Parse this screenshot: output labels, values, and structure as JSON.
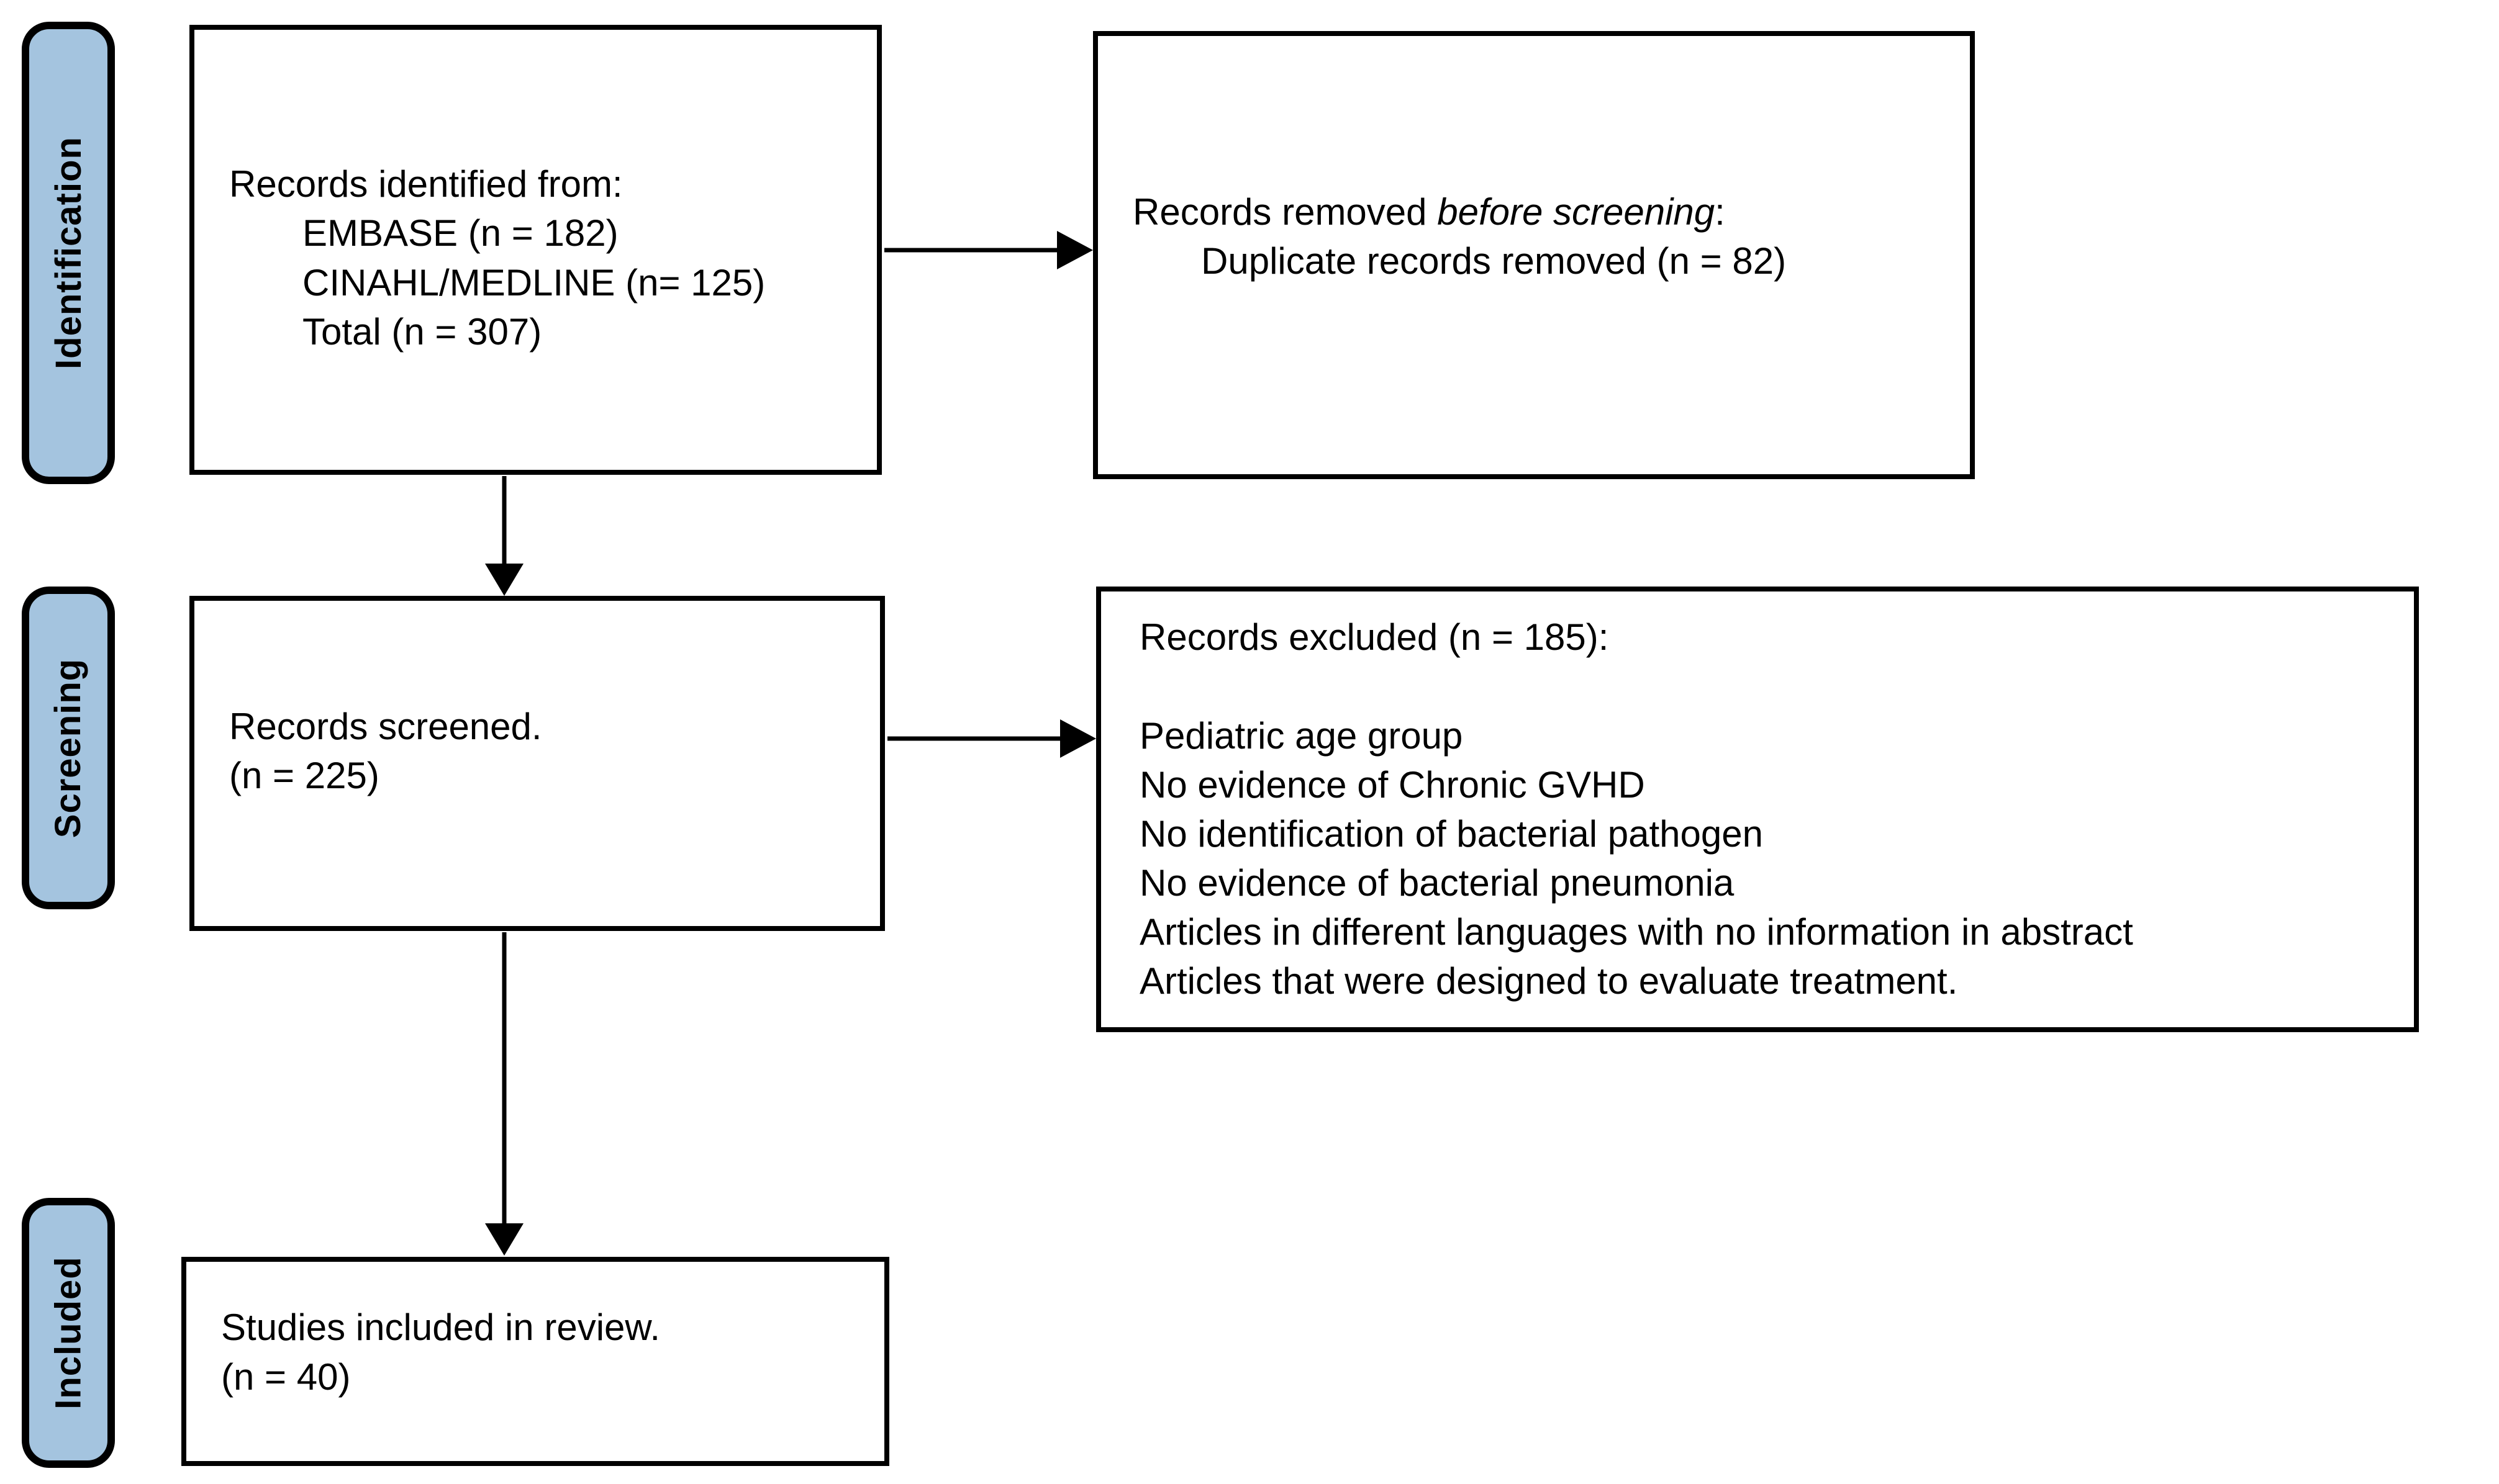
{
  "diagram": {
    "type": "prisma-flow",
    "colors": {
      "stage_fill": "#A4C4DF",
      "border": "#000000",
      "background": "#FFFFFF",
      "text": "#000000"
    },
    "stage_labels": [
      {
        "label": "Identification"
      },
      {
        "label": "Screening"
      },
      {
        "label": "Included"
      }
    ],
    "boxes": {
      "identified": {
        "line1": "Records identified from:",
        "items": [
          "EMBASE (n = 182)",
          "CINAHL/MEDLINE (n= 125)",
          "Total (n = 307)"
        ]
      },
      "removed": {
        "prefix": "Records removed ",
        "italic": "before screening",
        "suffix": ":",
        "item": "Duplicate records removed (n = 82)"
      },
      "screened": {
        "line1": "Records screened.",
        "line2": "(n = 225)"
      },
      "excluded": {
        "heading": "Records excluded (n = 185):",
        "reasons": [
          "Pediatric age group",
          "No evidence of Chronic GVHD",
          "No identification of bacterial pathogen",
          "No evidence of bacterial pneumonia",
          "Articles in different languages with no information in abstract",
          "Articles that were designed to evaluate treatment."
        ]
      },
      "included": {
        "line1": "Studies included in review.",
        "line2": "(n = 40)"
      }
    }
  }
}
